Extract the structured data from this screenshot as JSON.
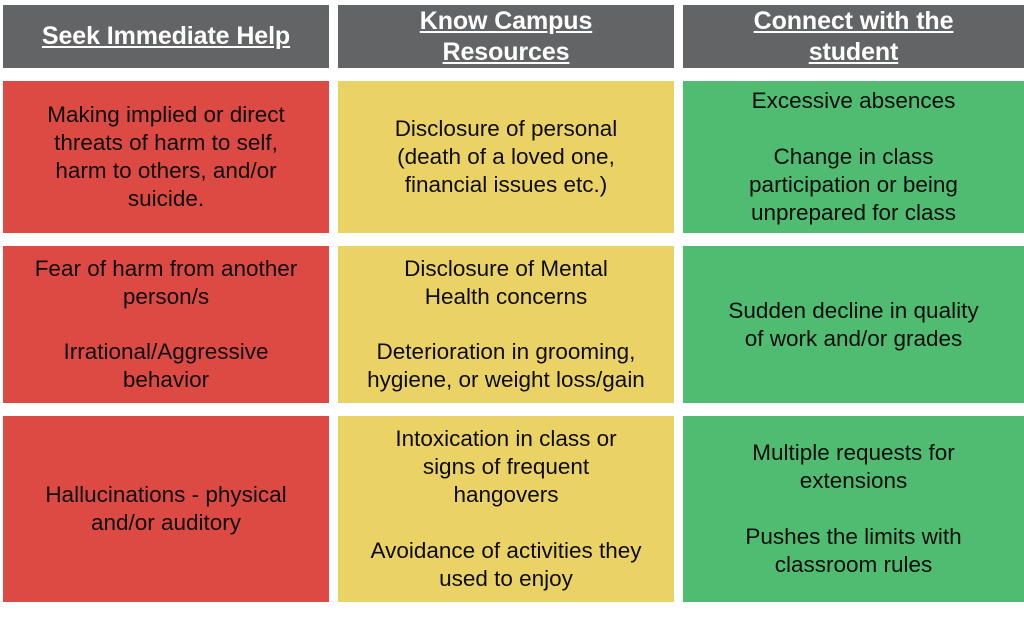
{
  "theme": {
    "header_bg": "#636466",
    "header_text": "#ffffff",
    "red": "#DD4A43",
    "yellow": "#EBD264",
    "green": "#4FBC72",
    "body_text": "#0d0d0d"
  },
  "table": {
    "headers": [
      {
        "label": "Seek Immediate Help",
        "color": "#636466"
      },
      {
        "label": "Know Campus \nResources",
        "color": "#636466"
      },
      {
        "label": "Connect with the \nstudent",
        "color": "#636466"
      }
    ],
    "rows": [
      {
        "cells": [
          {
            "level": "red",
            "paragraphs": [
              "Making implied or direct\nthreats of harm to self,\nharm to others, and/or\nsuicide."
            ]
          },
          {
            "level": "yellow",
            "paragraphs": [
              "Disclosure of personal\n(death of a loved one,\nfinancial issues etc.)"
            ]
          },
          {
            "level": "green",
            "paragraphs": [
              "Excessive absences",
              "Change in class\nparticipation or being\nunprepared for class"
            ]
          }
        ]
      },
      {
        "cells": [
          {
            "level": "red",
            "paragraphs": [
              "Fear of harm from another\nperson/s",
              "Irrational/Aggressive\nbehavior"
            ]
          },
          {
            "level": "yellow",
            "paragraphs": [
              "Disclosure of Mental\nHealth concerns",
              "Deterioration in grooming,\nhygiene, or weight loss/gain"
            ]
          },
          {
            "level": "green",
            "paragraphs": [
              "Sudden decline in quality\nof work and/or grades"
            ]
          }
        ]
      },
      {
        "cells": [
          {
            "level": "red",
            "paragraphs": [
              "Hallucinations - physical\nand/or auditory"
            ]
          },
          {
            "level": "yellow",
            "paragraphs": [
              "Intoxication in class or\nsigns of frequent\nhangovers",
              "Avoidance of activities they\nused to enjoy"
            ]
          },
          {
            "level": "green",
            "paragraphs": [
              "Multiple requests for\nextensions",
              "Pushes the limits with\nclassroom rules"
            ]
          }
        ]
      }
    ]
  }
}
